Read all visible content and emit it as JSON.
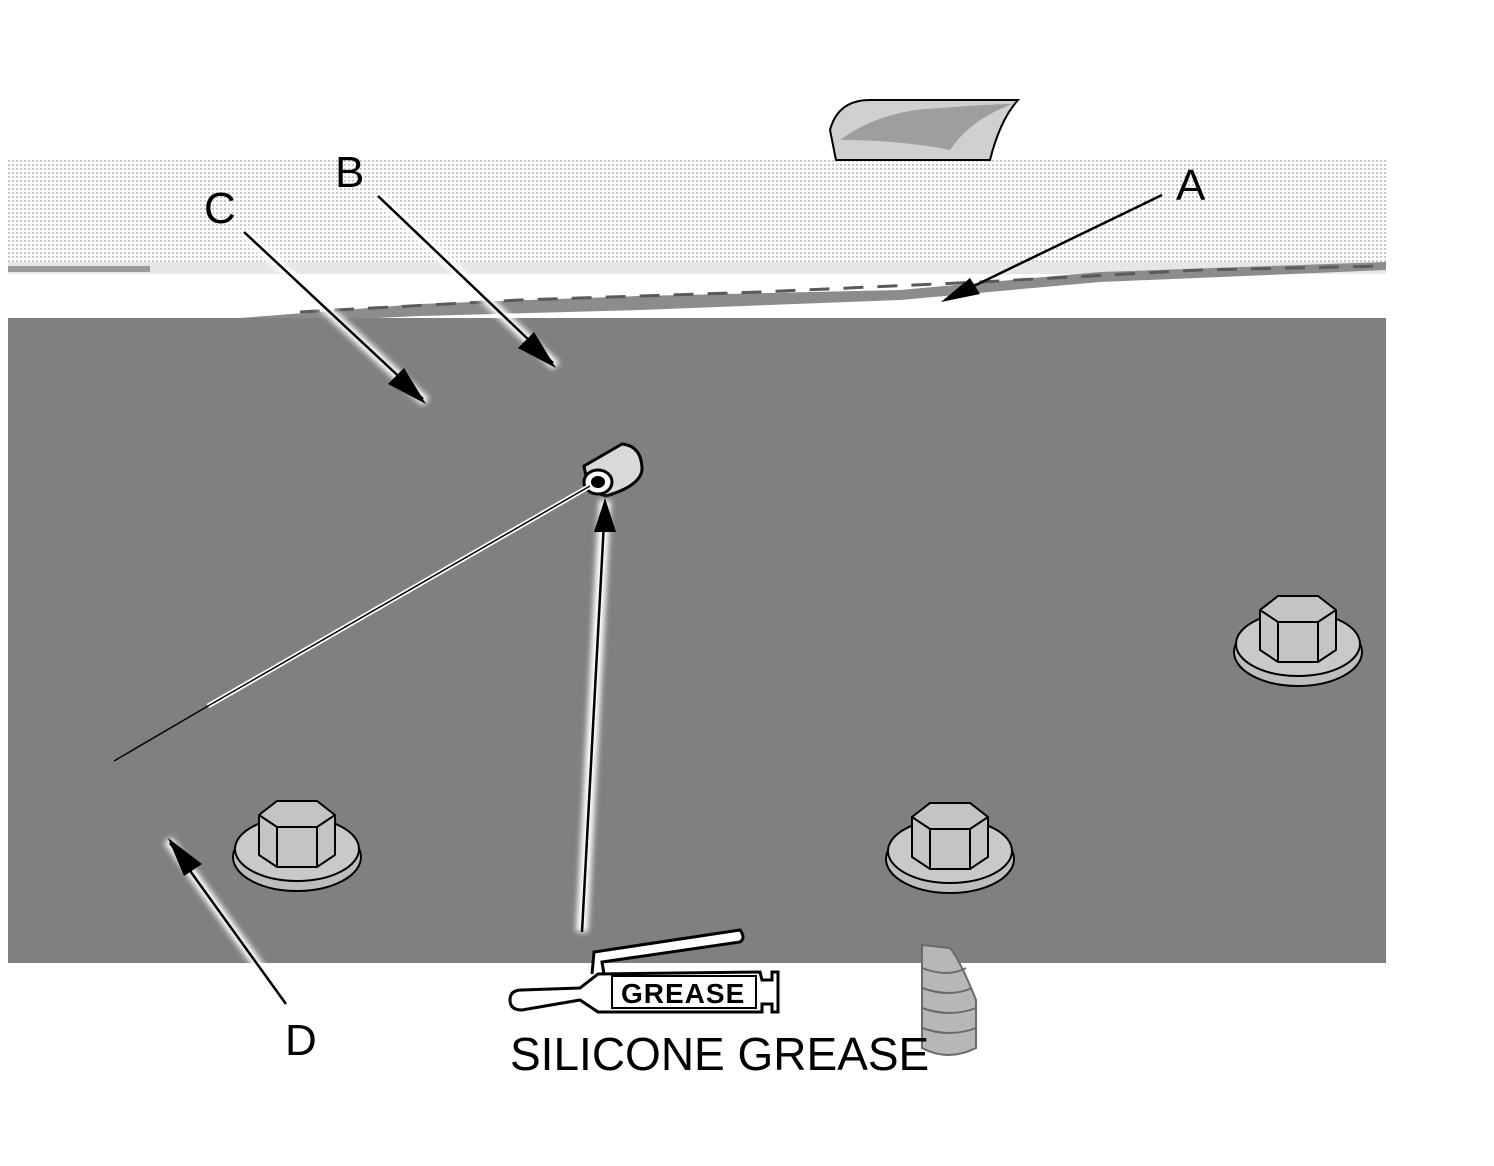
{
  "colors": {
    "background": "#ffffff",
    "panel": "#808080",
    "part_light": "#c9c9c9",
    "part_mid": "#b3b3b3",
    "outline": "#000000"
  },
  "callouts": {
    "a": "A",
    "b": "B",
    "c": "C",
    "d": "D"
  },
  "grease_symbol": {
    "tube_label": "GREASE",
    "caption": "SILICONE GREASE"
  },
  "icons": {
    "grease_tube": "grease-tube-icon"
  }
}
